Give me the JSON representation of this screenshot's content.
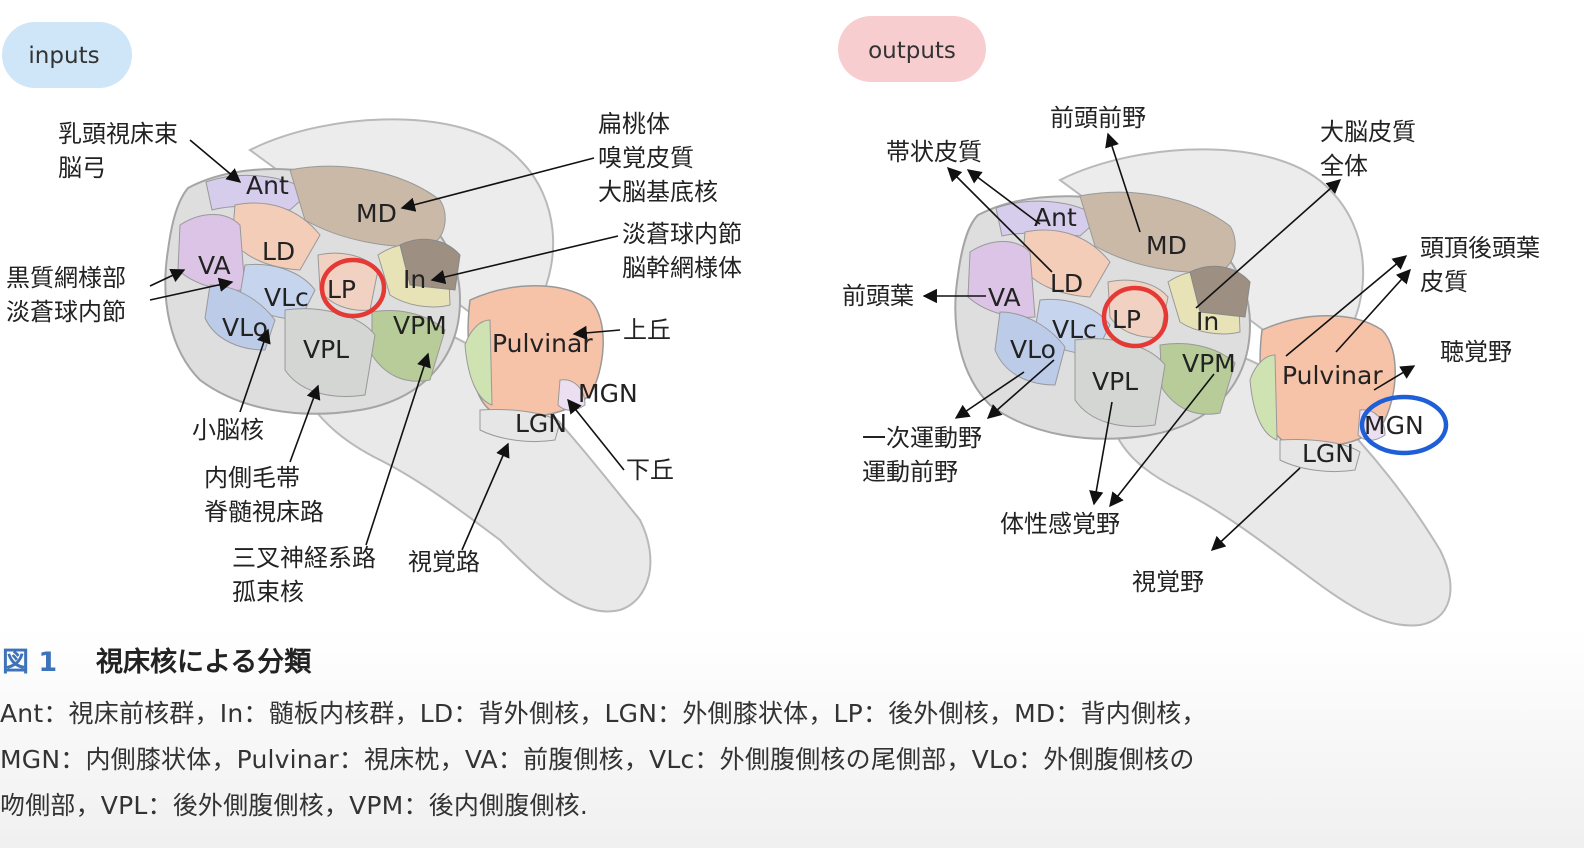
{
  "panels": {
    "inputs": {
      "badge": "inputs",
      "nuclei": {
        "ant": "Ant",
        "md": "MD",
        "ld": "LD",
        "va": "VA",
        "lp": "LP",
        "in": "In",
        "vlc": "VLc",
        "vlo": "VLo",
        "vpm": "VPM",
        "vpl": "VPL",
        "pulvinar": "Pulvinar",
        "mgn": "MGN",
        "lgn": "LGN"
      },
      "sources": {
        "mammillothalamic": [
          "乳頭視床束",
          "脳弓"
        ],
        "amygdala": [
          "扁桃体",
          "嗅覚皮質",
          "大脳基底核"
        ],
        "pallidum_reticular": [
          "淡蒼球内節",
          "脳幹網様体"
        ],
        "nigra": [
          "黒質網様部",
          "淡蒼球内節"
        ],
        "superior_colliculus": "上丘",
        "inferior_colliculus": "下丘",
        "cerebellar": "小脳核",
        "lemniscus": [
          "内側毛帯",
          "脊髄視床路"
        ],
        "trigeminal": [
          "三叉神経系路",
          "孤束核"
        ],
        "visual_tract": "視覚路"
      }
    },
    "outputs": {
      "badge": "outputs",
      "nuclei": {
        "ant": "Ant",
        "md": "MD",
        "ld": "LD",
        "va": "VA",
        "lp": "LP",
        "in": "In",
        "vlc": "VLc",
        "vlo": "VLo",
        "vpm": "VPM",
        "vpl": "VPL",
        "pulvinar": "Pulvinar",
        "mgn": "MGN",
        "lgn": "LGN"
      },
      "targets": {
        "prefrontal": "前頭前野",
        "cingulate": "帯状皮質",
        "cortex_all": [
          "大脳皮質",
          "全体"
        ],
        "parieto_occipital": [
          "頭頂後頭葉",
          "皮質"
        ],
        "frontal": "前頭葉",
        "auditory": "聴覚野",
        "motor": [
          "一次運動野",
          "運動前野"
        ],
        "somatosensory": "体性感覚野",
        "visual": "視覚野"
      }
    }
  },
  "caption": {
    "figure_number": "図 1",
    "title": "視床核による分類",
    "legend_lines": [
      "Ant：視床前核群，In：髄板内核群，LD：背外側核，LGN：外側膝状体，LP：後外側核，MD：背内側核，",
      "MGN：内側膝状体，Pulvinar：視床枕，VA：前腹側核，VLc：外側腹側核の尾側部，VLo：外側腹側核の",
      "吻側部，VPL：後外側腹側核，VPM：後内側腹側核."
    ]
  },
  "colors": {
    "inputs_badge": "#cfe6f8",
    "outputs_badge": "#f8cdd0",
    "highlight_red": "#e53935",
    "highlight_blue": "#1e5fd8",
    "figure_number": "#3d73b8",
    "pulvinar": "#f6c2a8",
    "md": "#c9b8a8",
    "vlo": "#b9cde8",
    "va": "#d9c2e6",
    "vpm": "#cfe0b0",
    "vpl": "#d3d6d3"
  }
}
